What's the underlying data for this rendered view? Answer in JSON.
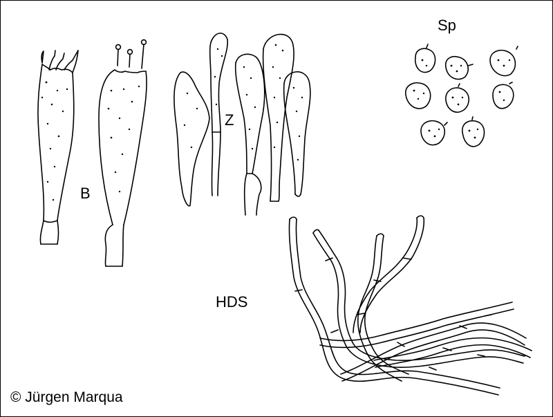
{
  "labels": {
    "basidia": "B",
    "cystidia": "Z",
    "spores": "Sp",
    "pileipellis": "HDS"
  },
  "copyright": "© Jürgen Marqua",
  "colors": {
    "line": "#000000",
    "background": "#ffffff"
  }
}
